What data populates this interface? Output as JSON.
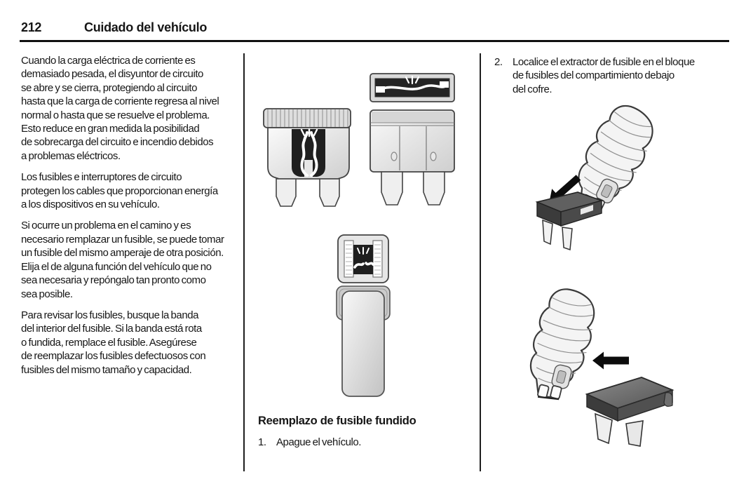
{
  "page": {
    "number": "212",
    "chapter_title": "Cuidado del vehículo"
  },
  "left_column": {
    "paragraphs": [
      "Cuando la carga eléctrica de corriente es\ndemasiado pesada, el disyuntor de circuito\nse abre y se cierra, protegiendo al circuito\nhasta que la carga de corriente regresa al nivel\nnormal o hasta que se resuelve el problema.\nEsto reduce en gran medida la posibilidad\nde sobrecarga del circuito e incendio debidos\na problemas eléctricos.",
      "Los fusibles e interruptores de circuito\nprotegen los cables que proporcionan energía\na los dispositivos en su vehículo.",
      "Si ocurre un problema en el camino y es\nnecesario remplazar un fusible, se puede tomar\nun fusible del mismo amperaje de otra posición.\nElija el de alguna función del vehículo que no\nsea necesaria y repóngalo tan pronto como\nsea posible.",
      "Para revisar los fusibles, busque la banda\ndel interior del fusible. Si la banda está rota\no fundida, remplace el fusible. Asegúrese\nde reemplazar los fusibles defectuosos con\nfusibles del mismo tamaño y capacidad."
    ]
  },
  "middle_column": {
    "figures": {
      "fig1_label": "blade-fuse-side-top-and-front-views",
      "fig2_label": "mini-fuse-top-view-and-maxi-fuse-body"
    },
    "section_heading": "Reemplazo de fusible fundido",
    "step": {
      "number": "1.",
      "text": "Apague el vehículo."
    }
  },
  "right_column": {
    "figures": {
      "fig3_label": "fuse-puller-with-mini-fuse",
      "fig4_label": "fuse-puller-with-standard-fuse"
    },
    "step": {
      "number": "2.",
      "text": "Localice el extractor de fusible en el bloque\nde fusibles del compartimiento debajo\ndel cofre."
    }
  },
  "colors": {
    "ink": "#161616",
    "figure_light_gray": "#e8e8e8",
    "figure_dark_window": "#1f1f1f",
    "dark_fuse_gray": "#5a5a5a"
  }
}
